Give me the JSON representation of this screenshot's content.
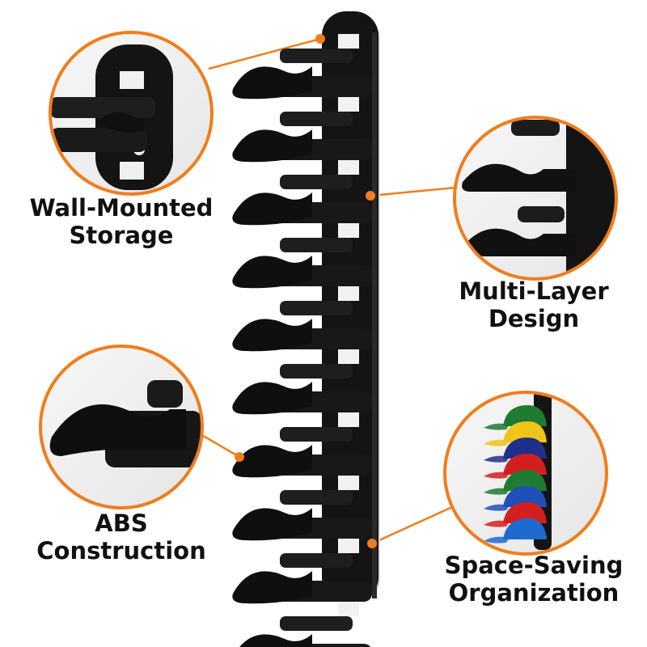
{
  "colors": {
    "accent": "#f07d1c",
    "product": "#141414",
    "background": "#ffffff"
  },
  "features": [
    {
      "line1": "Wall-Mounted",
      "line2": "Storage"
    },
    {
      "line1": "Multi-Layer",
      "line2": "Design"
    },
    {
      "line1": "ABS",
      "line2": "Construction"
    },
    {
      "line1": "Space-Saving",
      "line2": "Organization"
    }
  ],
  "rack": {
    "hook_count": 10
  },
  "cap_colors": [
    "#1f7a32",
    "#f0c419",
    "#1f2f8a",
    "#d41f1f",
    "#1f7a32",
    "#1f4fb8",
    "#d41f1f",
    "#1f6ad0"
  ]
}
